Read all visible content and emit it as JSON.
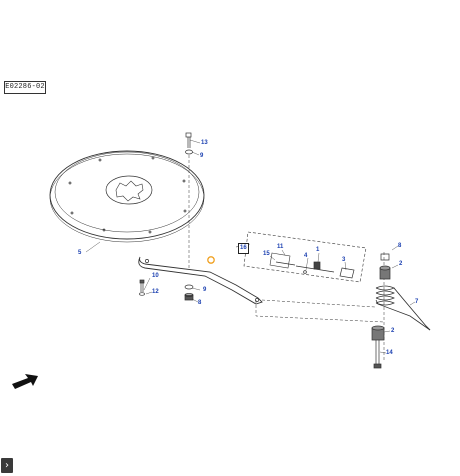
{
  "diagram": {
    "reference_code": "E02286-02",
    "callouts": [
      {
        "id": "c13",
        "label": "13"
      },
      {
        "id": "c9a",
        "label": "9"
      },
      {
        "id": "c5",
        "label": "5"
      },
      {
        "id": "c16",
        "label": "16"
      },
      {
        "id": "c11",
        "label": "11"
      },
      {
        "id": "c1",
        "label": "1"
      },
      {
        "id": "c15",
        "label": "15"
      },
      {
        "id": "c4",
        "label": "4"
      },
      {
        "id": "c3",
        "label": "3"
      },
      {
        "id": "c8a",
        "label": "8"
      },
      {
        "id": "c2a",
        "label": "2"
      },
      {
        "id": "c10",
        "label": "10"
      },
      {
        "id": "c12",
        "label": "12"
      },
      {
        "id": "c9b",
        "label": "9"
      },
      {
        "id": "c8b",
        "label": "8"
      },
      {
        "id": "c7",
        "label": "7"
      },
      {
        "id": "c2b",
        "label": "2"
      },
      {
        "id": "c14",
        "label": "14"
      }
    ]
  },
  "icons": {
    "direction": "arrow-icon",
    "hotspot": "hotspot-ring-icon",
    "nav": "chevron-right-icon"
  },
  "nav": {
    "next_glyph": "›"
  },
  "colors": {
    "callout": "#1a3fb0",
    "line": "#333333",
    "hotspot": "#f0a020"
  }
}
